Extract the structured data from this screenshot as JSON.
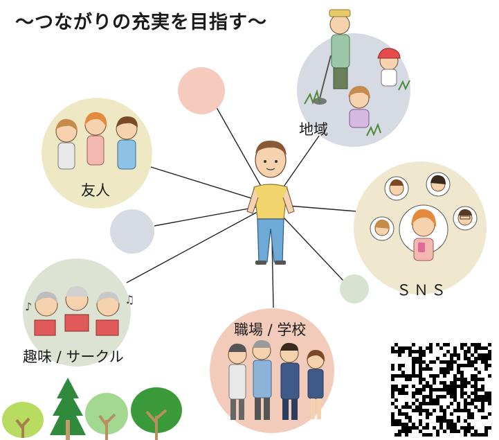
{
  "title": "〜つながりの充実を目指す〜",
  "nodes": {
    "friends": {
      "label": "友人",
      "color": "#efe8c4"
    },
    "community": {
      "label": "地域",
      "color": "#d6dae3"
    },
    "sns": {
      "label": "ＳＮＳ",
      "color": "#efe8cf"
    },
    "work_school": {
      "label": "職場 / 学校",
      "color": "#f3cbbb"
    },
    "hobby_circle": {
      "label": "趣味 / サークル",
      "color": "#dde3d2"
    }
  },
  "accent_dots": [
    {
      "name": "pink-dot",
      "color": "#f5cbbd"
    },
    {
      "name": "gray-dot",
      "color": "#d6dae3"
    },
    {
      "name": "green-dot",
      "color": "#d6e3d0"
    }
  ],
  "icons": [
    "person-icon",
    "qr-code-icon",
    "tree-icon",
    "music-note-icon"
  ]
}
